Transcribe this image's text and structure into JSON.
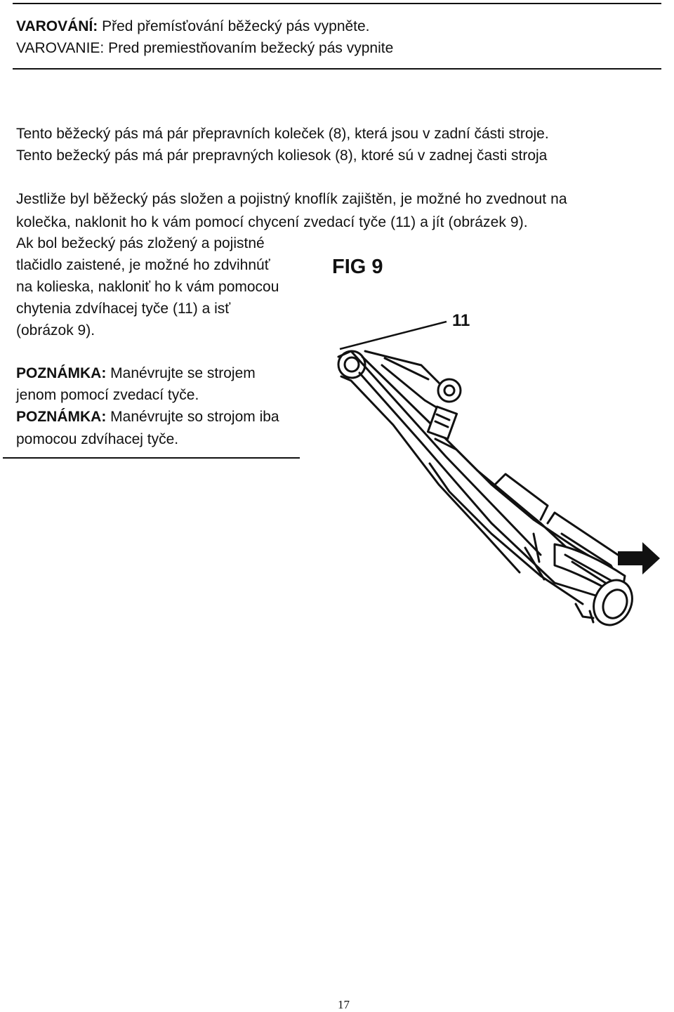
{
  "warning": {
    "cz_label": "VAROVÁNÍ:",
    "cz_text": " Před přemísťování běžecký pás vypněte.",
    "sk_line": "VAROVANIE: Pred premiestňovaním bežecký pás vypnite"
  },
  "wheels": {
    "cz": "Tento běžecký pás má pár přepravních koleček (8), která jsou v zadní části stroje.",
    "sk": "Tento bežecký pás má pár prepravných koliesok (8), ktoré sú v zadnej časti stroja"
  },
  "moving_cz": {
    "line1": "Jestliže byl běžecký pás složen a pojistný knoflík zajištěn, je možné ho zvednout na",
    "line2": "kolečka, naklonit ho k vám pomocí chycení zvedací tyče (11) a jít (obrázek 9)."
  },
  "moving_sk": {
    "line1": "Ak bol bežecký pás zložený a pojistné",
    "line2": "tlačidlo zaistené, je možné ho zdvihnúť",
    "line3": "na kolieska, nakloniť ho k vám pomocou",
    "line4": "chytenia zdvíhacej  tyče (11) a isť",
    "line5": "(obrázok 9)."
  },
  "notes": {
    "cz_label": "POZNÁMKA:",
    "cz_text1": " Manévrujte se strojem",
    "cz_text2": "jenom pomocí zvedací tyče.",
    "sk_label": "POZNÁMKA:",
    "sk_text1": " Manévrujte so strojom iba",
    "sk_text2": "pomocou zdvíhacej tyče."
  },
  "figure": {
    "label": "FIG 9",
    "callout": "11",
    "icon": "folded-treadmill-illustration"
  },
  "page_number": "17"
}
